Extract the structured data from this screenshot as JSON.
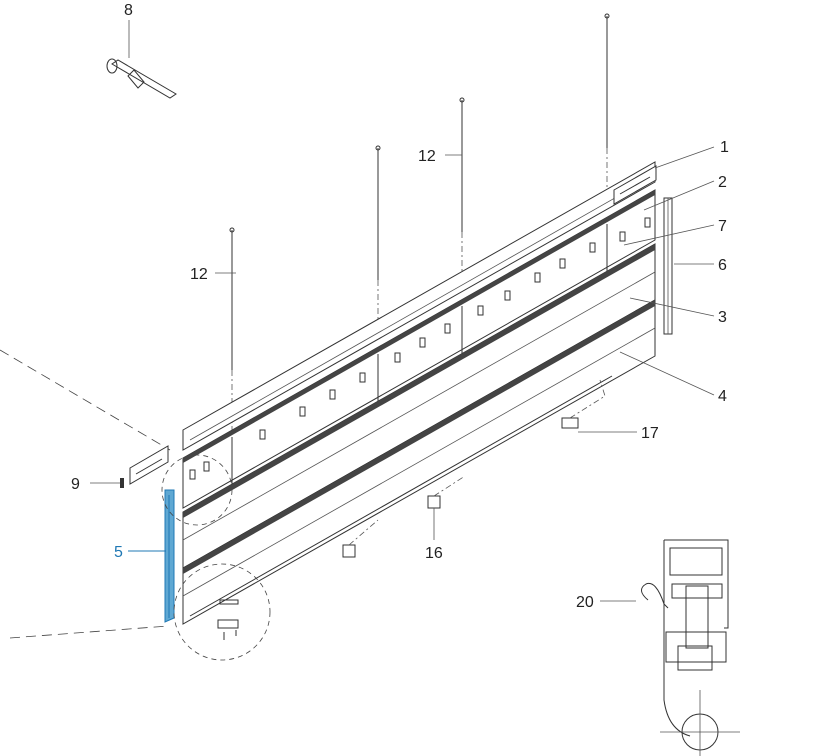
{
  "diagram": {
    "callouts": [
      {
        "id": "part-8",
        "label": "8"
      },
      {
        "id": "part-12a",
        "label": "12"
      },
      {
        "id": "part-12b",
        "label": "12"
      },
      {
        "id": "part-1",
        "label": "1"
      },
      {
        "id": "part-2",
        "label": "2"
      },
      {
        "id": "part-7",
        "label": "7"
      },
      {
        "id": "part-6",
        "label": "6"
      },
      {
        "id": "part-3",
        "label": "3"
      },
      {
        "id": "part-4",
        "label": "4"
      },
      {
        "id": "part-17",
        "label": "17"
      },
      {
        "id": "part-9",
        "label": "9"
      },
      {
        "id": "part-5",
        "label": "5"
      },
      {
        "id": "part-16",
        "label": "16"
      },
      {
        "id": "part-20",
        "label": "20"
      }
    ],
    "highlight_color": "#1f78b4"
  }
}
